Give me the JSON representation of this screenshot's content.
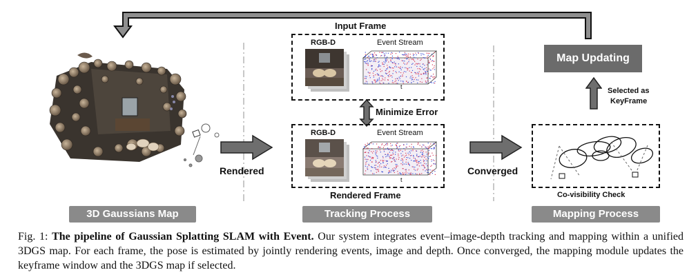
{
  "input_frame": {
    "title": "Input Frame",
    "rgbd_label": "RGB-D",
    "event_label": "Event Stream",
    "time_label": "t"
  },
  "minimize_error": "Minimize Error",
  "rendered_frame": {
    "title": "Rendered Frame",
    "rgbd_label": "RGB-D",
    "event_label": "Event Stream",
    "time_label": "t"
  },
  "rendered_label": "Rendered",
  "converged_label": "Converged",
  "map_updating": "Map Updating",
  "selected_keyframe_line1": "Selected as",
  "selected_keyframe_line2": "KeyFrame",
  "covisibility": "Co-visibility Check",
  "sections": {
    "gaussians_map": "3D Gaussians Map",
    "tracking": "Tracking Process",
    "mapping": "Mapping Process"
  },
  "caption": {
    "prefix": "Fig. 1: ",
    "bold": "The pipeline of Gaussian Splatting SLAM with Event.",
    "rest": " Our system integrates event–image-depth tracking and mapping within a unified 3DGS map. For each frame, the pose is estimated by jointly rendering events, image and depth. Once converged, the mapping module updates the keyframe window and the 3DGS map if selected."
  },
  "colors": {
    "bar_gray": "#8a8a8a",
    "map_update_gray": "#6b6b6b",
    "arrow_gray": "#6e6e6e"
  }
}
